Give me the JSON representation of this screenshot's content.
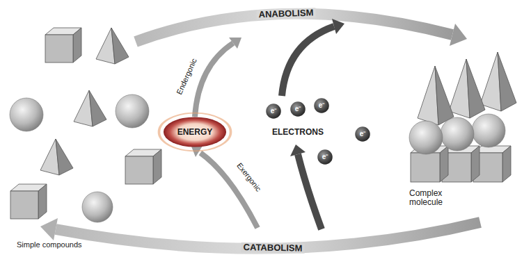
{
  "diagram": {
    "nodes": [
      {
        "text": [
          "ENERGY"
        ]
      },
      {
        "text": [
          "e⁻"
        ]
      },
      {
        "text": [
          "e⁻"
        ]
      },
      {
        "text": [
          "e⁻"
        ]
      },
      {
        "text": [
          "e⁻"
        ]
      },
      {
        "text": [
          "e⁻"
        ]
      }
    ],
    "labels": [
      "ANABOLISM",
      "CATABOLISM",
      "Endergonic",
      "Exergonic",
      "ELECTRONS",
      "Complex molecule",
      "Simple compounds"
    ]
  }
}
